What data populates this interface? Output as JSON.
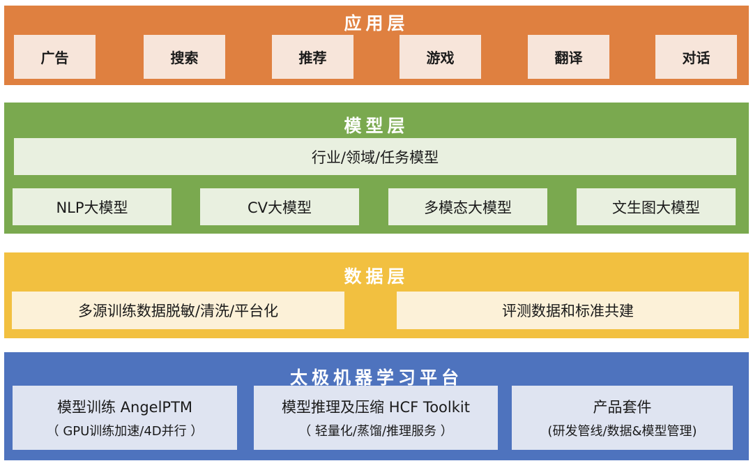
{
  "colors": {
    "application_layer": "#df8040",
    "model_layer": "#7aa94f",
    "data_layer": "#f2c040",
    "platform_layer": "#4e73be"
  },
  "application_layer": {
    "title": "应用层",
    "items": [
      "广告",
      "搜索",
      "推荐",
      "游戏",
      "翻译",
      "对话"
    ]
  },
  "model_layer": {
    "title": "模型层",
    "wide_item": "行业/领域/任务模型",
    "items": [
      "NLP大模型",
      "CV大模型",
      "多模态大模型",
      "文生图大模型"
    ]
  },
  "data_layer": {
    "title": "数据层",
    "items": [
      "多源训练数据脱敏/清洗/平台化",
      "评测数据和标准共建"
    ]
  },
  "platform_layer": {
    "title": "太极机器学习平台",
    "items": [
      {
        "title": "模型训练 AngelPTM",
        "subtitle": "（ GPU训练加速/4D并行 ）"
      },
      {
        "title": "模型推理及压缩 HCF Toolkit",
        "subtitle": "（ 轻量化/蒸馏/推理服务 ）"
      },
      {
        "title": "产品套件",
        "subtitle": "(研发管线/数据&模型管理)"
      }
    ]
  }
}
